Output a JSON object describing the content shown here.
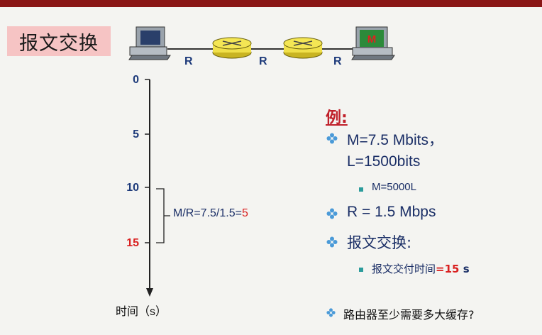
{
  "title": "报文交换",
  "network": {
    "link_labels": [
      "R",
      "R",
      "R"
    ],
    "dest_label": "M"
  },
  "timeline": {
    "ticks": [
      {
        "label": "0",
        "highlight": false
      },
      {
        "label": "5",
        "highlight": false
      },
      {
        "label": "10",
        "highlight": false
      },
      {
        "label": "15",
        "highlight": true
      }
    ],
    "axis_label": "时间（s）",
    "formula_prefix": "M/R=7.5/1.5=",
    "formula_result": "5"
  },
  "example": {
    "title": "例:",
    "m_line1": "M=7.5 Mbits，",
    "m_line2": "L=1500bits",
    "m_sub": "M=5000L",
    "r_line": "R = 1.5 Mbps",
    "switch_line": "报文交换:",
    "delivery_prefix": "报文交付时间",
    "delivery_value": "=15",
    "delivery_unit": " s",
    "question": "路由器至少需要多大缓存?"
  },
  "colors": {
    "accent_red": "#d92020",
    "text_blue": "#1a2e66",
    "bullet_teal": "#2c9c9c",
    "title_bg": "#f6c4c4"
  }
}
